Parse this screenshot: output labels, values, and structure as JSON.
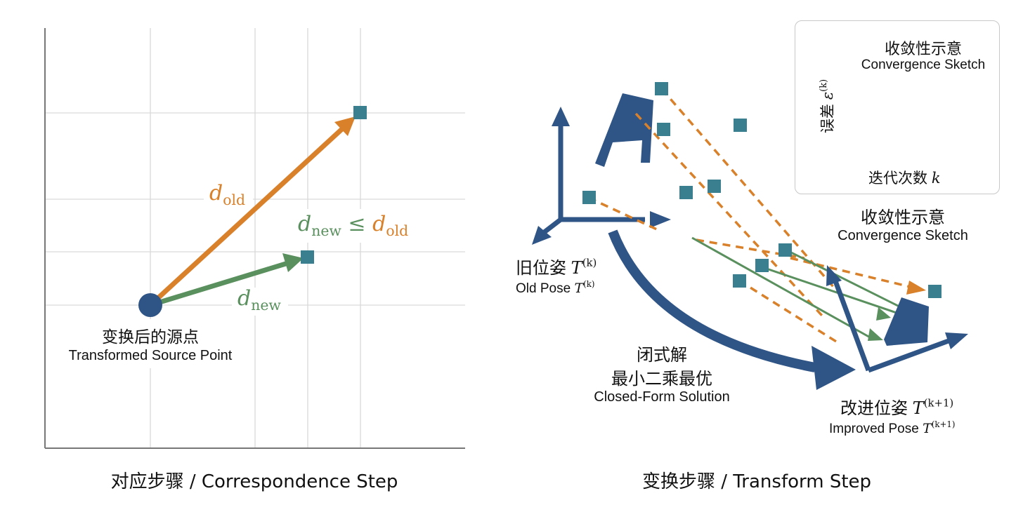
{
  "left_panel": {
    "caption": "对应步骤 / Correspondence Step",
    "source_point": {
      "label_cn": "变换后的源点",
      "label_en": "Transformed Source Point"
    },
    "d_old": {
      "symbol": "d",
      "sub": "old"
    },
    "d_new": {
      "symbol": "d",
      "sub": "new"
    },
    "inequality": {
      "lhs_symbol": "d",
      "lhs_sub": "new",
      "op": "≤",
      "rhs_symbol": "d",
      "rhs_sub": "old"
    }
  },
  "right_panel": {
    "caption": "变换步骤 / Transform Step",
    "old_pose": {
      "label_cn": "旧位姿",
      "label_en": "Old Pose",
      "symbol": "T",
      "sup": "(k)"
    },
    "solution": {
      "line1": "闭式解",
      "line2": "最小二乘最优",
      "line3": "Closed-Form Solution"
    },
    "improved_pose": {
      "label_cn": "改进位姿",
      "label_en": "Improved Pose",
      "symbol": "T",
      "sup": "(k+1)"
    },
    "convergence_label": {
      "cn": "收敛性示意",
      "en": "Convergence Sketch"
    },
    "inset": {
      "title_cn": "收敛性示意",
      "title_en": "Convergence Sketch",
      "ylabel_cn": "误差",
      "ylabel_symbol": "ε",
      "ylabel_sup": "(k)",
      "xlabel_cn": "迭代次数",
      "xlabel_symbol": "k"
    }
  },
  "colors": {
    "orange": "#d9812a",
    "green": "#5a8f5e",
    "navy": "#2f5486",
    "teal": "#3a7f8f",
    "grid": "#d9d9d9",
    "axis": "#777777"
  }
}
